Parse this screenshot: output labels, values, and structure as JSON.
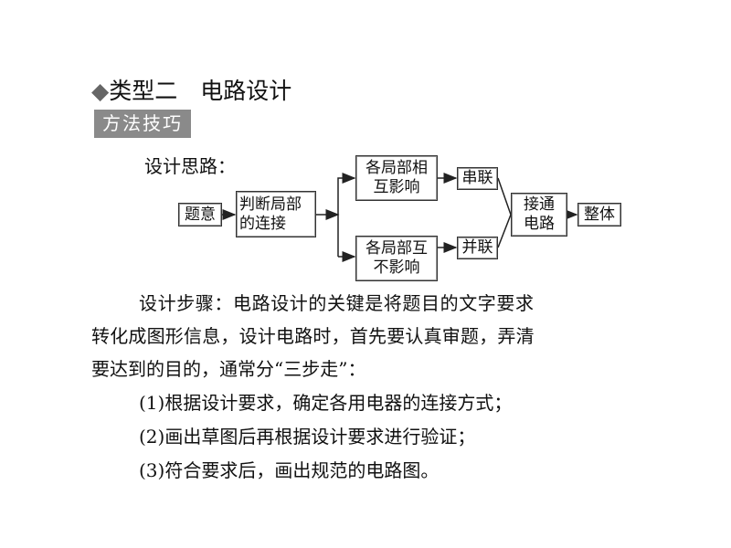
{
  "title": {
    "diamond": "◆",
    "text": "类型二　电路设计"
  },
  "badge": "方法技巧",
  "idea_label": "设计思路：",
  "flow": {
    "n1": "题意",
    "n2a": "判断局部",
    "n2b": "的连接",
    "n3a": "各局部相",
    "n3b": "互影响",
    "n4a": "各局部互",
    "n4b": "不影响",
    "n5": "串联",
    "n6": "并联",
    "n7a": "接通",
    "n7b": "电路",
    "n8": "整体"
  },
  "body": {
    "l1": "设计步骤：电路设计的关键是将题目的文字要求",
    "l2": "转化成图形信息，设计电路时，首先要认真审题，弄清",
    "l3": "要达到的目的，通常分“三步走”：",
    "s1": "(1)根据设计要求，确定各用电器的连接方式；",
    "s2": "(2)画出草图后再根据设计要求进行验证；",
    "s3": "(3)符合要求后，画出规范的电路图。"
  }
}
